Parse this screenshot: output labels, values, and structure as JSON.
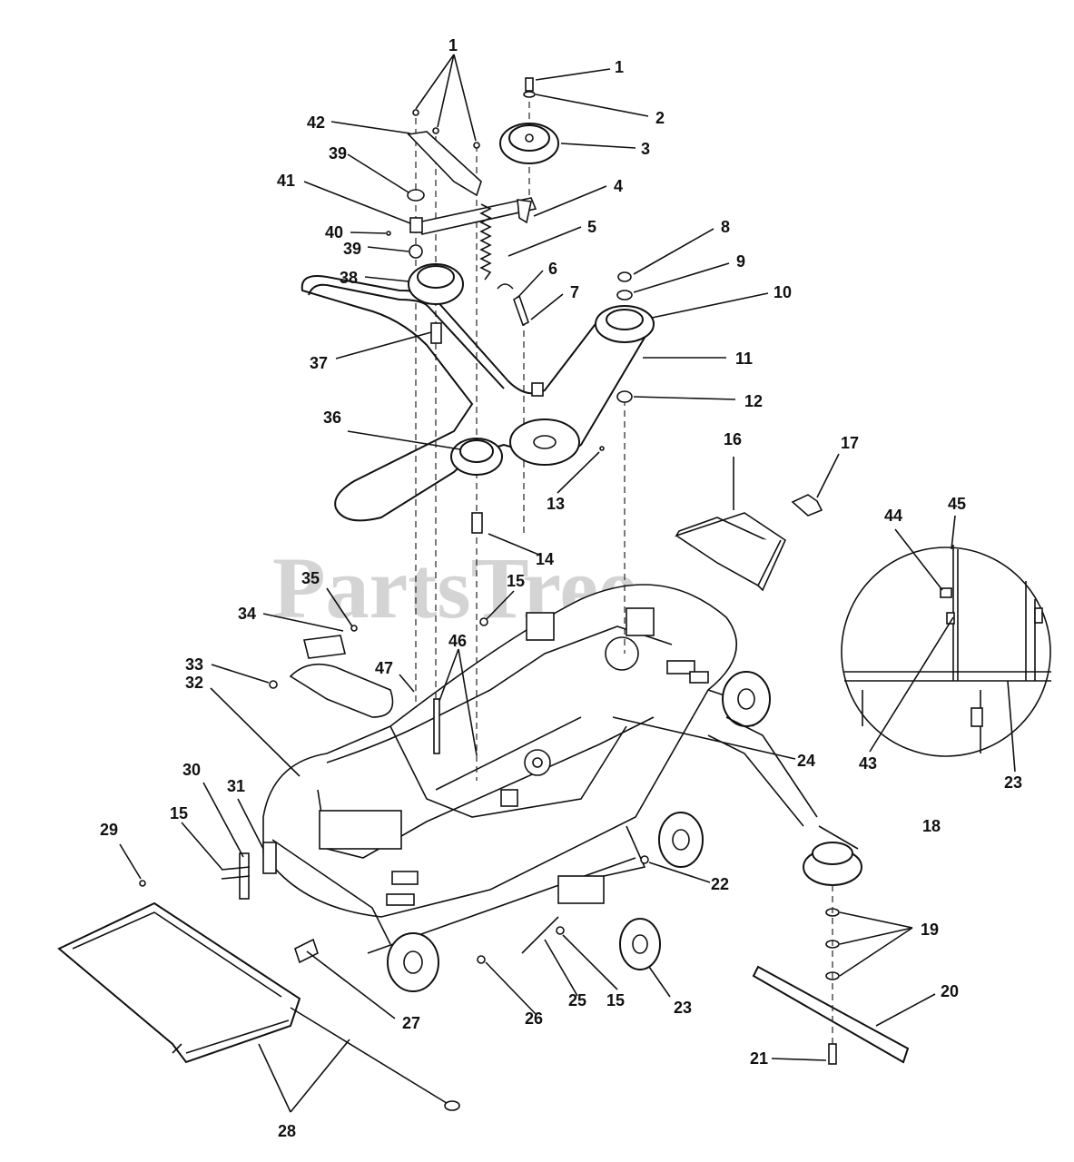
{
  "watermark": "PartsTree",
  "callouts": [
    {
      "id": "c1a",
      "text": "1"
    },
    {
      "id": "c1b",
      "text": "1"
    },
    {
      "id": "c2",
      "text": "2"
    },
    {
      "id": "c3",
      "text": "3"
    },
    {
      "id": "c4",
      "text": "4"
    },
    {
      "id": "c5",
      "text": "5"
    },
    {
      "id": "c6",
      "text": "6"
    },
    {
      "id": "c7",
      "text": "7"
    },
    {
      "id": "c8",
      "text": "8"
    },
    {
      "id": "c9",
      "text": "9"
    },
    {
      "id": "c10",
      "text": "10"
    },
    {
      "id": "c11",
      "text": "11"
    },
    {
      "id": "c12",
      "text": "12"
    },
    {
      "id": "c13",
      "text": "13"
    },
    {
      "id": "c14",
      "text": "14"
    },
    {
      "id": "c15a",
      "text": "15"
    },
    {
      "id": "c15b",
      "text": "15"
    },
    {
      "id": "c15c",
      "text": "15"
    },
    {
      "id": "c16",
      "text": "16"
    },
    {
      "id": "c17",
      "text": "17"
    },
    {
      "id": "c18",
      "text": "18"
    },
    {
      "id": "c19",
      "text": "19"
    },
    {
      "id": "c20",
      "text": "20"
    },
    {
      "id": "c21",
      "text": "21"
    },
    {
      "id": "c22",
      "text": "22"
    },
    {
      "id": "c23a",
      "text": "23"
    },
    {
      "id": "c23b",
      "text": "23"
    },
    {
      "id": "c24",
      "text": "24"
    },
    {
      "id": "c25",
      "text": "25"
    },
    {
      "id": "c26",
      "text": "26"
    },
    {
      "id": "c27",
      "text": "27"
    },
    {
      "id": "c28",
      "text": "28"
    },
    {
      "id": "c29",
      "text": "29"
    },
    {
      "id": "c30",
      "text": "30"
    },
    {
      "id": "c31",
      "text": "31"
    },
    {
      "id": "c32",
      "text": "32"
    },
    {
      "id": "c33",
      "text": "33"
    },
    {
      "id": "c34",
      "text": "34"
    },
    {
      "id": "c35",
      "text": "35"
    },
    {
      "id": "c36",
      "text": "36"
    },
    {
      "id": "c37",
      "text": "37"
    },
    {
      "id": "c38",
      "text": "38"
    },
    {
      "id": "c39a",
      "text": "39"
    },
    {
      "id": "c39b",
      "text": "39"
    },
    {
      "id": "c40",
      "text": "40"
    },
    {
      "id": "c41",
      "text": "41"
    },
    {
      "id": "c42",
      "text": "42"
    },
    {
      "id": "c43",
      "text": "43"
    },
    {
      "id": "c44",
      "text": "44"
    },
    {
      "id": "c45",
      "text": "45"
    },
    {
      "id": "c46",
      "text": "46"
    },
    {
      "id": "c47",
      "text": "47"
    }
  ]
}
